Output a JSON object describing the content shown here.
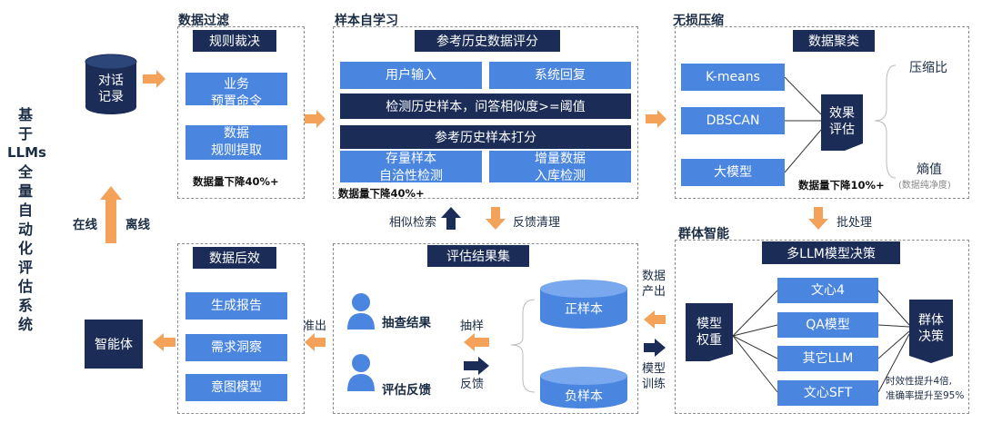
{
  "title_chars": [
    "基",
    "于",
    "LLMs",
    "全",
    "量",
    "自",
    "动",
    "化",
    "评",
    "估",
    "系",
    "统"
  ],
  "dialog_record": "对话\n记录",
  "online": "在线",
  "offline": "离线",
  "agent": "智能体",
  "filter": {
    "label": "数据过滤",
    "header": "规则裁决",
    "items": [
      "业务\n预置命令",
      "数据\n规则提取"
    ],
    "note": "数据量下降40%+"
  },
  "selflearn": {
    "label": "样本自学习",
    "header": "参考历史数据评分",
    "user_input": "用户输入",
    "sys_reply": "系统回复",
    "detect": "检测历史样本，问答相似度>=阈值",
    "score": "参考历史样本打分",
    "stock": "存量样本\n自洽性检测",
    "increment": "增量数据\n入库检测",
    "note": "数据量下降40%+"
  },
  "compress": {
    "label": "无损压缩",
    "header": "数据聚类",
    "methods": [
      "K-means",
      "DBSCAN",
      "大模型"
    ],
    "effect": "效果\n评估",
    "ratio": "压缩比",
    "entropy": "熵值",
    "entropy_sub": "(数据纯净度)",
    "note": "数据量下降10%+"
  },
  "feedback_flow": {
    "similar": "相似检索",
    "cleanup": "反馈清理",
    "batch": "批处理"
  },
  "eval": {
    "header": "评估结果集",
    "spot": "抽查结果",
    "feedback": "评估反馈",
    "sample_arrow": "抽样",
    "feedback_arrow": "反馈",
    "positive": "正样本",
    "negative": "负样本"
  },
  "backend": {
    "label": "数据后效",
    "items": [
      "生成报告",
      "需求洞察",
      "意图模型"
    ],
    "out": "准出"
  },
  "group": {
    "label": "群体智能",
    "header": "多LLM模型决策",
    "weight": "模型\n权重",
    "models": [
      "文心4",
      "QA模型",
      "其它LLM",
      "文心SFT"
    ],
    "decision": "群体\n决策",
    "gain1": "时效性提升4倍,",
    "gain2": "准确率提升至95%",
    "data_out": "数据\n产出",
    "train": "模型\n训练"
  },
  "colors": {
    "navy": "#1b2d57",
    "blue": "#4a86e0",
    "orange": "#f4a259"
  }
}
